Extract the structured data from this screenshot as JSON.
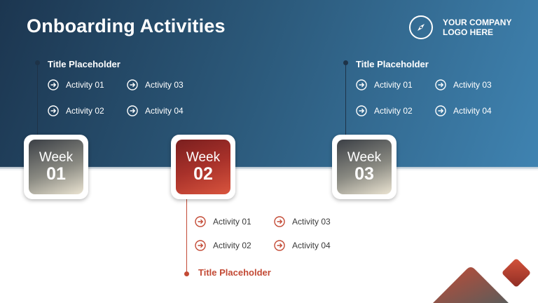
{
  "slide": {
    "title": "Onboarding Activities",
    "logo": {
      "line1": "YOUR COMPANY",
      "line2": "LOGO HERE",
      "icon": "compass-icon"
    },
    "colors": {
      "banner": "#2b5879",
      "accent": "#c34a35",
      "white": "#ffffff"
    }
  },
  "weeks": [
    {
      "label": "Week",
      "number": "01"
    },
    {
      "label": "Week",
      "number": "02"
    },
    {
      "label": "Week",
      "number": "03"
    }
  ],
  "groups": [
    {
      "title": "Title Placeholder",
      "activities": [
        "Activity 01",
        "Activity 03",
        "Activity 02",
        "Activity 04"
      ]
    },
    {
      "title": "Title Placeholder",
      "activities": [
        "Activity 01",
        "Activity 03",
        "Activity 02",
        "Activity 04"
      ]
    },
    {
      "title": "Title Placeholder",
      "activities": [
        "Activity 01",
        "Activity 03",
        "Activity 02",
        "Activity 04"
      ]
    }
  ]
}
